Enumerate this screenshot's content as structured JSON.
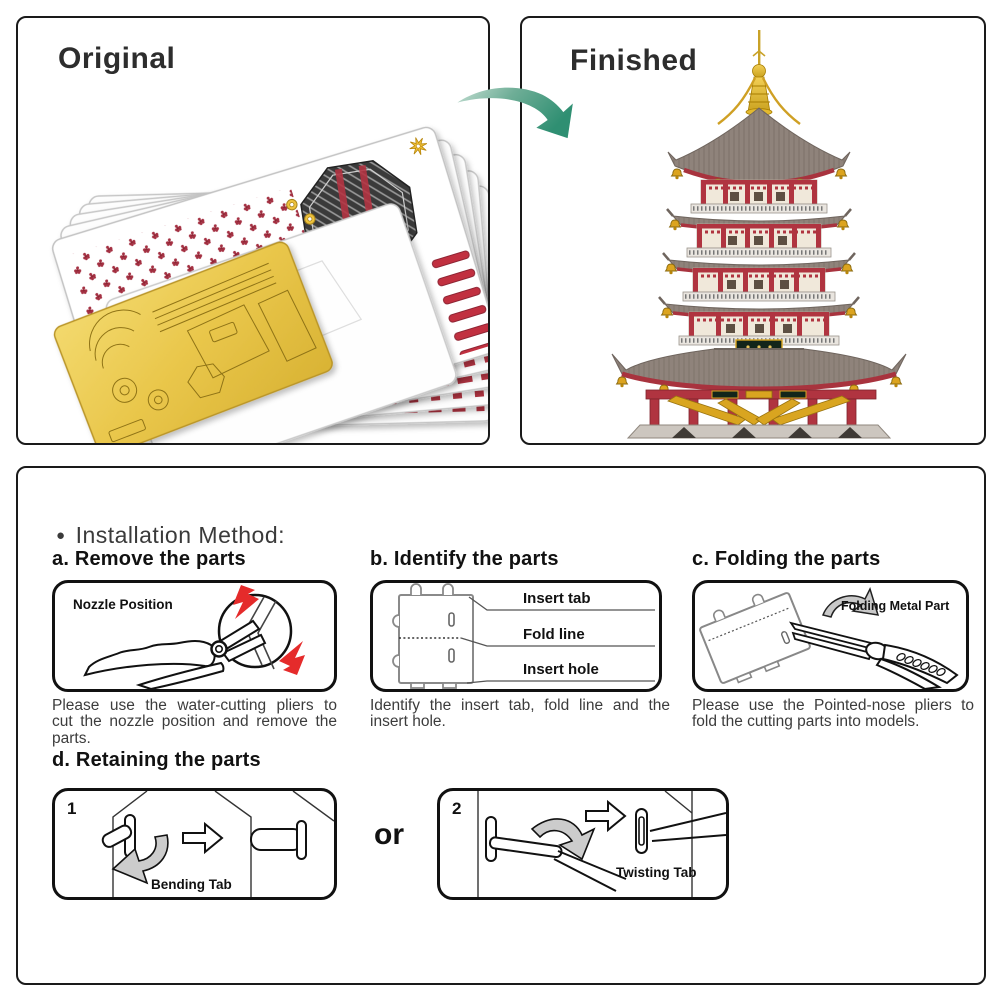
{
  "panels": {
    "original": {
      "title": "Original"
    },
    "finished": {
      "title": "Finished"
    }
  },
  "method": {
    "bullet": "●",
    "title": "Installation Method:",
    "step_a": {
      "heading": "a. Remove the parts",
      "figure_label": "Nozzle Position",
      "caption_lines": [
        "Please use the water-cutting pliers to",
        "cut the nozzle position and remove the",
        "parts."
      ]
    },
    "step_b": {
      "heading": "b. Identify the parts",
      "labels": {
        "insert_tab": "Insert tab",
        "fold_line": "Fold line",
        "insert_hole": "Insert hole"
      },
      "caption_lines": [
        "Identify the insert tab, fold line and the",
        "insert hole."
      ]
    },
    "step_c": {
      "heading": "c. Folding the parts",
      "figure_label": "Folding Metal Part",
      "caption_lines": [
        "Please use the Pointed-nose pliers to",
        "fold the cutting parts into models."
      ]
    },
    "step_d": {
      "heading": "d. Retaining the parts",
      "or_label": "or",
      "option1": {
        "number": "1",
        "label": "Bending Tab"
      },
      "option2": {
        "number": "2",
        "label": "Twisting Tab"
      }
    }
  },
  "colors": {
    "arrow_teal": "#2f8f72",
    "metal_red": "#a93340",
    "gold": "#d9a520",
    "sheet_gold": "#e6c44c",
    "roof_gray": "#8f837b",
    "border": "#1a1a1a"
  }
}
